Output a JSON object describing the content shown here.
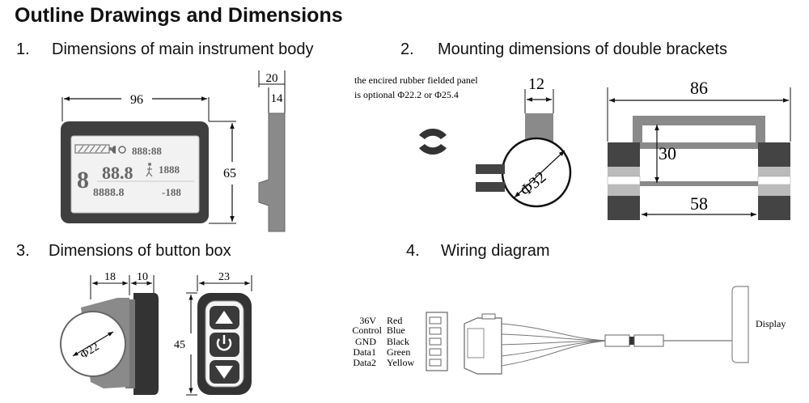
{
  "title": "Outline Drawings and Dimensions",
  "sections": [
    {
      "num": "1.",
      "label": "Dimensions of main instrument body"
    },
    {
      "num": "2.",
      "label": "Mounting dimensions of double brackets"
    },
    {
      "num": "3.",
      "label": "Dimensions of button box"
    },
    {
      "num": "4.",
      "label": "Wiring diagram"
    }
  ],
  "body_dims": {
    "width": "96",
    "height": "65",
    "depth": "20",
    "lip": "14"
  },
  "lcd": {
    "speed": "88.8",
    "clock": "888:88",
    "trip": "1888",
    "odo": "8888.8",
    "temp": "-188",
    "level": "8"
  },
  "bracket": {
    "note_line1": "the encired rubber fielded panel",
    "note_line2": "is optional Φ22.2  or Φ25.4",
    "clamp_width": "12",
    "clamp_diameter": "Φ32",
    "outer_width": "86",
    "height": "30",
    "inner_width": "58"
  },
  "button_box": {
    "d1": "18",
    "d2": "10",
    "width": "23",
    "height": "45",
    "diameter": "Φ22",
    "up_icon": "triangle-up",
    "power_icon": "power",
    "down_icon": "triangle-down"
  },
  "wiring": {
    "rows": [
      {
        "signal": "36V",
        "color": "Red"
      },
      {
        "signal": "Control",
        "color": "Blue"
      },
      {
        "signal": "GND",
        "color": "Black"
      },
      {
        "signal": "Data1",
        "color": "Green"
      },
      {
        "signal": "Data2",
        "color": "Yellow"
      }
    ],
    "display_label": "Display"
  },
  "colors": {
    "bezel": "#444444",
    "bracket_gray": "#8a8a8a",
    "dark": "#333333"
  }
}
